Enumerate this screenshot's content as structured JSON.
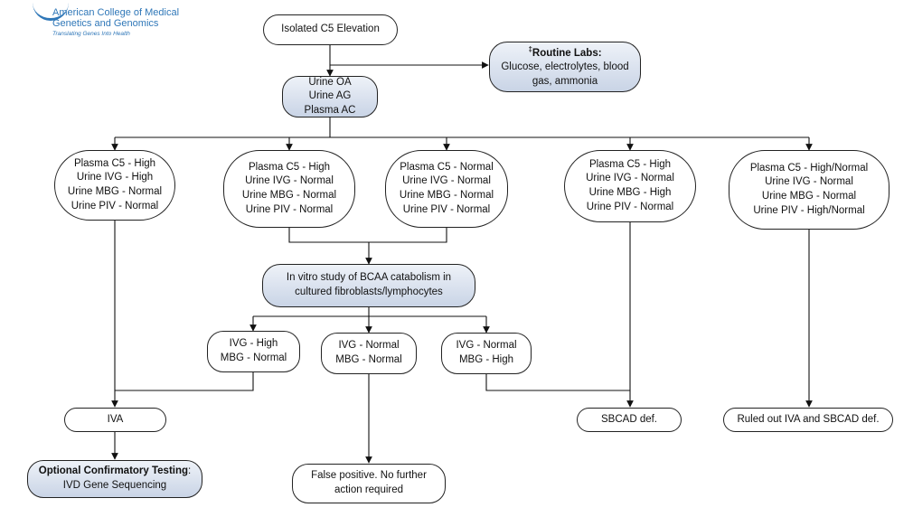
{
  "logo": {
    "line1": "American College of Medical",
    "line2": "Genetics and Genomics",
    "tagline": "Translating Genes Into Health"
  },
  "nodes": {
    "start": "Isolated C5 Elevation",
    "routine_labs_title_mark": "‡",
    "routine_labs_title": "Routine Labs:",
    "routine_labs_body": "Glucose, electrolytes, blood gas, ammonia",
    "urine_tests": "Urine OA\nUrine AG\nPlasma AC",
    "branch1": "Plasma C5 - High\nUrine IVG - High\nUrine MBG - Normal\nUrine PIV - Normal",
    "branch2": "Plasma C5 - High\nUrine IVG - Normal\nUrine MBG - Normal\nUrine PIV - Normal",
    "branch3": "Plasma C5 - Normal\nUrine IVG - Normal\nUrine MBG - Normal\nUrine PIV - Normal",
    "branch4": "Plasma C5 - High\nUrine IVG - Normal\nUrine MBG - High\nUrine PIV - Normal",
    "branch5": "Plasma C5 - High/Normal\nUrine IVG - Normal\nUrine MBG - Normal\nUrine PIV - High/Normal",
    "invitro": "In vitro study of BCAA catabolism in cultured fibroblasts/lymphocytes",
    "ivg_high": "IVG - High\nMBG - Normal",
    "ivg_normal": "IVG - Normal\nMBG - Normal",
    "mbg_high": "IVG - Normal\nMBG - High",
    "iva": "IVA",
    "sbcad": "SBCAD def.",
    "ruled_out": "Ruled out IVA and SBCAD def.",
    "confirm_title": "Optional Confirmatory Testing",
    "confirm_colon": ":",
    "confirm_body": "IVD Gene Sequencing",
    "false_positive": "False positive. No further action required"
  }
}
